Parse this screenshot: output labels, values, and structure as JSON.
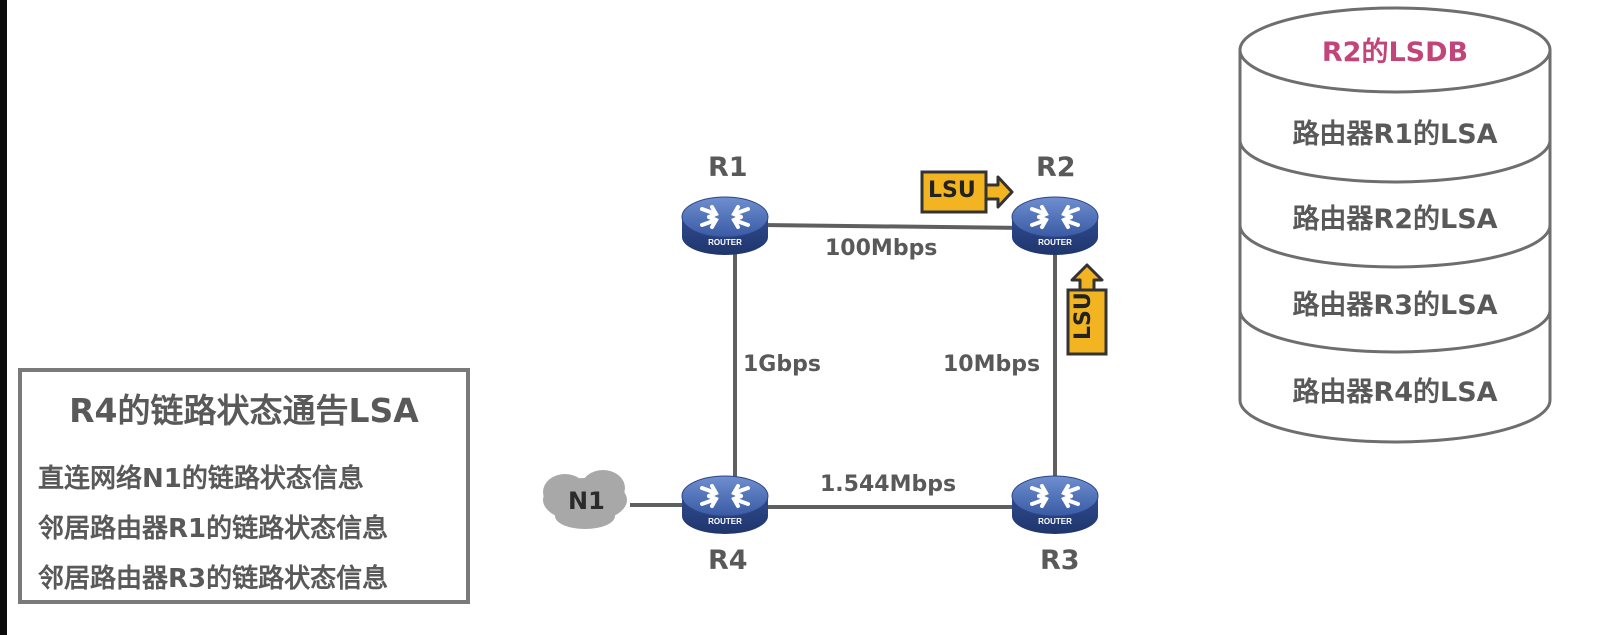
{
  "lsa_box": {
    "title": "R4的链路状态通告LSA",
    "items": [
      "直连网络N1的链路状态信息",
      "邻居路由器R1的链路状态信息",
      "邻居路由器R3的链路状态信息"
    ]
  },
  "network": {
    "routers": [
      {
        "name": "R1",
        "caption": "ROUTER"
      },
      {
        "name": "R2",
        "caption": "ROUTER"
      },
      {
        "name": "R3",
        "caption": "ROUTER"
      },
      {
        "name": "R4",
        "caption": "ROUTER"
      }
    ],
    "cloud_label": "N1",
    "links": {
      "r1_r2": "100Mbps",
      "r1_r4": "1Gbps",
      "r2_r3": "10Mbps",
      "r4_r3": "1.544Mbps"
    },
    "lsu_top": "LSU",
    "lsu_side": "LSU"
  },
  "lsdb": {
    "title": "R2的LSDB",
    "rows": [
      "路由器R1的LSA",
      "路由器R2的LSA",
      "路由器R3的LSA",
      "路由器R4的LSA"
    ]
  },
  "colors": {
    "lsu_fill": "#f2b521",
    "lsdb_title": "#c2457a",
    "router_blue": "#3d5ea8"
  }
}
